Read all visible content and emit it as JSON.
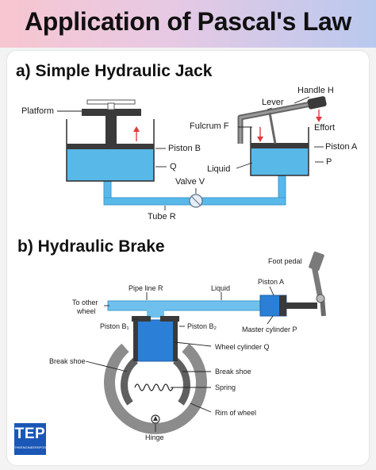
{
  "title": "Application of Pascal's Law",
  "section_a": {
    "heading": "a)  Simple Hydraulic Jack",
    "labels": {
      "platform": "Platform",
      "piston_b": "Piston B",
      "q": "Q",
      "valve": "Valve V",
      "tube": "Tube R",
      "lever": "Lever",
      "handle": "Handle H",
      "fulcrum": "Fulcrum F",
      "effort": "Effort",
      "piston_a": "Piston A",
      "liquid": "Liquid",
      "p": "P"
    }
  },
  "section_b": {
    "heading": "b) Hydraulic Brake",
    "labels": {
      "foot_pedal": "Foot pedal",
      "pipe_line": "Pipe line R",
      "liquid": "Liquid",
      "piston_a": "Piston A",
      "to_other_wheel_1": "To other",
      "to_other_wheel_2": "wheel",
      "piston_b1": "Piston B₁",
      "piston_b2": "Piston B₂",
      "master_cylinder": "Master cylinder P",
      "wheel_cylinder": "Wheel cylinder Q",
      "break_shoe_left": "Break shoe",
      "break_shoe_right": "Break shoe",
      "spring": "Spring",
      "rim": "Rim of wheel",
      "hinge": "Hinge"
    }
  },
  "logo": {
    "text": "TEP",
    "subtext": "THEENGINEERSPOST.COM"
  },
  "colors": {
    "liquid": "#58b8e8",
    "piston": "#3a3a3a",
    "brake_blue": "#2c7fd6",
    "shoe_gray": "#7f7f7f",
    "logo_blue": "#1a57b6"
  }
}
